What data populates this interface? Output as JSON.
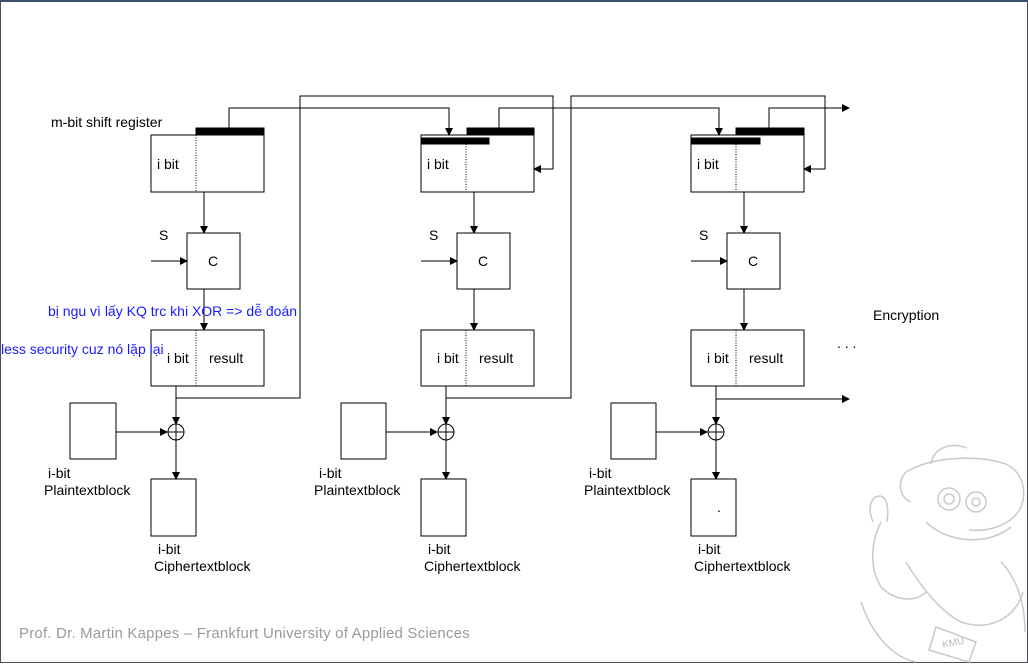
{
  "diagram": {
    "register_title": "m-bit shift register",
    "s_label": "S",
    "c_label": "C",
    "i_bit": "i bit",
    "result": "result",
    "plain_top": "i-bit",
    "plain_bottom": "Plaintextblock",
    "cipher_top": "i-bit",
    "cipher_bottom": "Ciphertextblock",
    "encryption": "Encryption",
    "ellipsis": ". . .",
    "dot": "."
  },
  "annotations": {
    "note1": "bị ngu vì lấy KQ trc khi XOR => dễ đoán",
    "note2": "less security cuz nó lặp lại"
  },
  "footer": {
    "text": "Prof. Dr. Martin Kappes – Frankfurt University of Applied Sciences"
  },
  "colors": {
    "annotation": "#1a1aff",
    "footer": "#9a9a9a",
    "frame": "#3a4f6e"
  },
  "mascot": {
    "label": "KMU"
  }
}
